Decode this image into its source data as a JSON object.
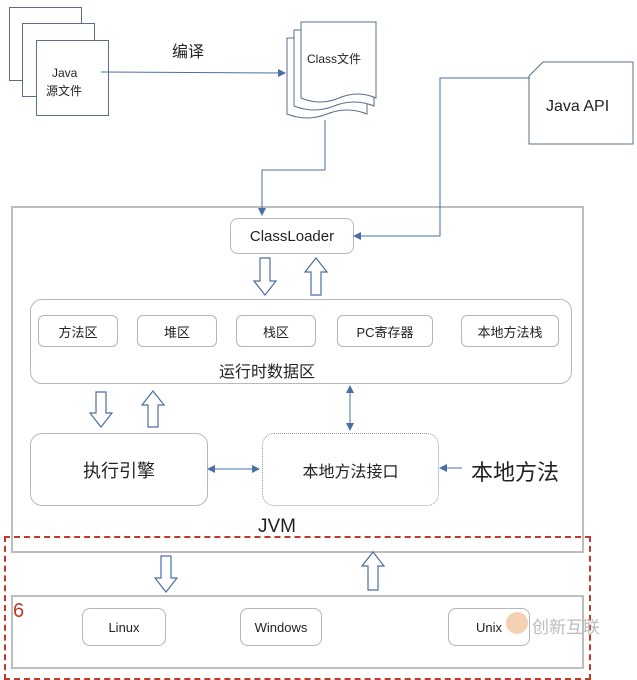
{
  "source_files": {
    "line1": "Java",
    "line2": "源文件"
  },
  "compile_label": "编译",
  "class_file_label": "Class文件",
  "java_api_label": "Java API",
  "classloader_label": "ClassLoader",
  "runtime_data_area": {
    "title": "运行时数据区",
    "cells": [
      "方法区",
      "堆区",
      "栈区",
      "PC寄存器",
      "本地方法栈"
    ]
  },
  "execution_engine_label": "执行引擎",
  "native_interface_label": "本地方法接口",
  "native_method_label": "本地方法",
  "jvm_label": "JVM",
  "os_section": {
    "marker": "6",
    "items": [
      "Linux",
      "Windows",
      "Unix"
    ]
  },
  "watermark_text": "创新互联",
  "colors": {
    "arrow": "#4a6fa5",
    "box_border": "#b8b8b8",
    "dashed_red": "#c0392b",
    "doc_border": "#5b6f8b"
  }
}
